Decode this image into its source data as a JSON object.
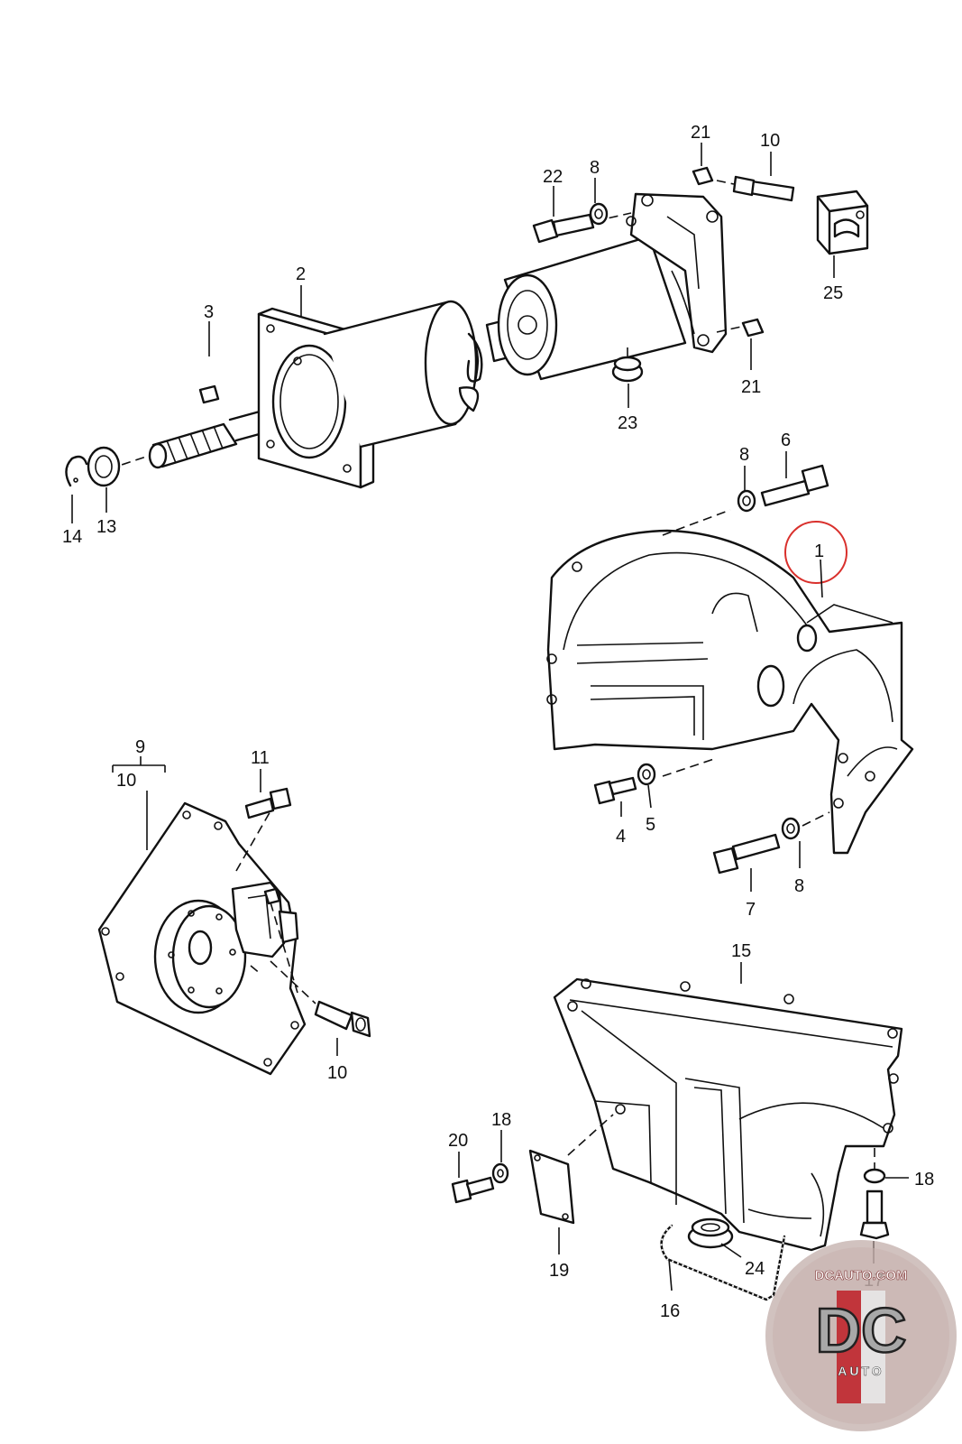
{
  "parts": [
    {
      "id": "p1",
      "label": "1"
    },
    {
      "id": "p2",
      "label": "2"
    },
    {
      "id": "p3",
      "label": "3"
    },
    {
      "id": "p4",
      "label": "4"
    },
    {
      "id": "p5",
      "label": "5"
    },
    {
      "id": "p6",
      "label": "6"
    },
    {
      "id": "p7",
      "label": "7"
    },
    {
      "id": "p8a",
      "label": "8"
    },
    {
      "id": "p8b",
      "label": "8"
    },
    {
      "id": "p8c",
      "label": "8"
    },
    {
      "id": "p9",
      "label": "9"
    },
    {
      "id": "p10a",
      "label": "10"
    },
    {
      "id": "p10b",
      "label": "10"
    },
    {
      "id": "p10c",
      "label": "10"
    },
    {
      "id": "p11",
      "label": "11"
    },
    {
      "id": "p13",
      "label": "13"
    },
    {
      "id": "p14",
      "label": "14"
    },
    {
      "id": "p15",
      "label": "15"
    },
    {
      "id": "p16",
      "label": "16"
    },
    {
      "id": "p17",
      "label": "17"
    },
    {
      "id": "p18a",
      "label": "18"
    },
    {
      "id": "p18b",
      "label": "18"
    },
    {
      "id": "p19",
      "label": "19"
    },
    {
      "id": "p20",
      "label": "20"
    },
    {
      "id": "p21a",
      "label": "21"
    },
    {
      "id": "p21b",
      "label": "21"
    },
    {
      "id": "p22",
      "label": "22"
    },
    {
      "id": "p23",
      "label": "23"
    },
    {
      "id": "p24",
      "label": "24"
    },
    {
      "id": "p25",
      "label": "25"
    }
  ],
  "highlight": {
    "part": "1",
    "color": "#d9302c"
  },
  "watermark": {
    "top_text": "DCAUTO.COM",
    "mark": "DC",
    "bottom_text": "AUTO",
    "colors": {
      "red": "#c0272d",
      "silver": "#9a9a9a"
    }
  }
}
